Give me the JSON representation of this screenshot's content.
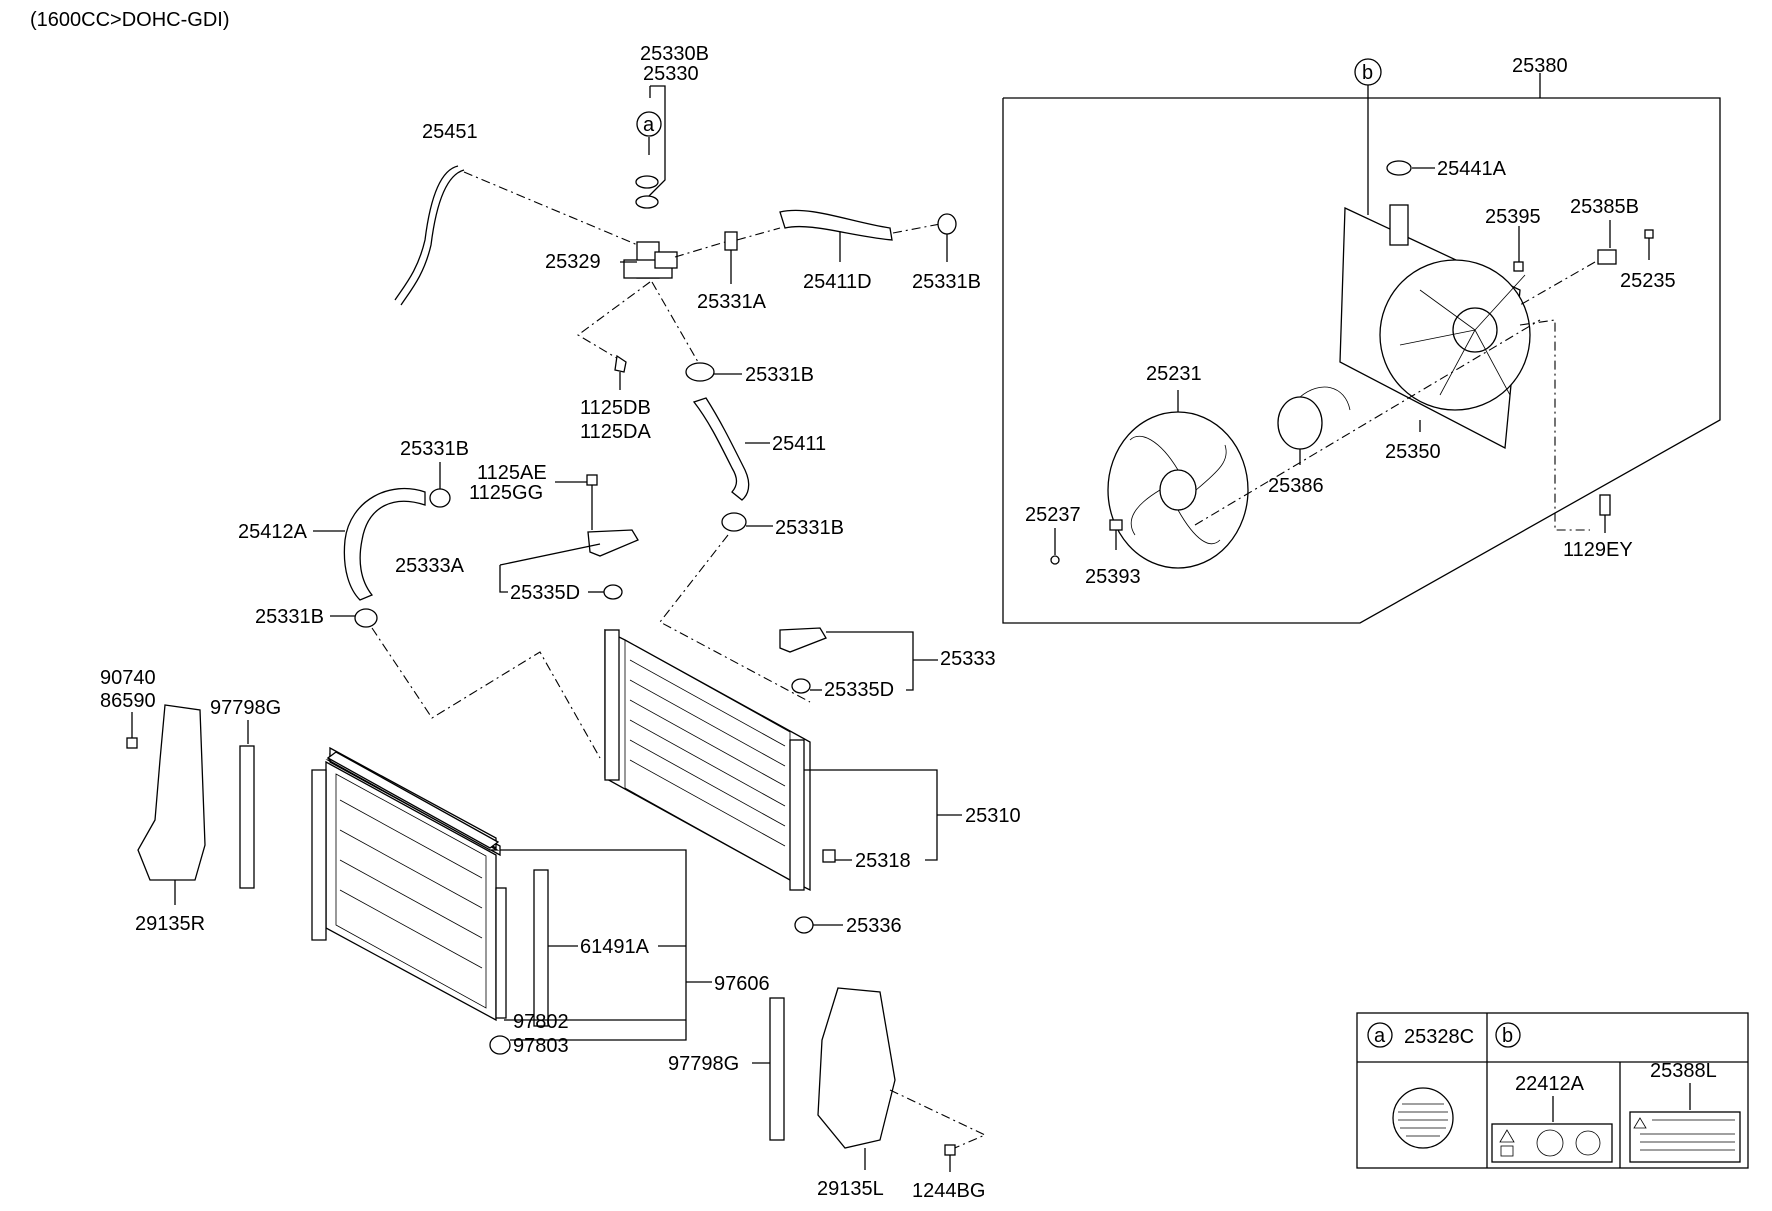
{
  "header": {
    "engine_label": "(1600CC>DOHC-GDI)"
  },
  "callouts": {
    "c25330B": "25330B",
    "c25330": "25330",
    "c25451": "25451",
    "c25329": "25329",
    "c25331A": "25331A",
    "c25411D": "25411D",
    "c25331B_top": "25331B",
    "c25331B_mid": "25331B",
    "c1125DB": "1125DB",
    "c1125DA": "1125DA",
    "c25411": "25411",
    "c25331B_left": "25331B",
    "c1125AE": "1125AE",
    "c1125GG": "1125GG",
    "c25412A": "25412A",
    "c25331B_lower": "25331B",
    "c25333A": "25333A",
    "c25335D_upper": "25335D",
    "c25331B_bottomleft": "25331B",
    "c25333": "25333",
    "c25335D_lower": "25335D",
    "c90740": "90740",
    "c86590": "86590",
    "c97798G_top": "97798G",
    "c25310": "25310",
    "c25318": "25318",
    "c29135R": "29135R",
    "c25336": "25336",
    "c61491A": "61491A",
    "c97606": "97606",
    "c97802": "97802",
    "c97803": "97803",
    "c97798G_bottom": "97798G",
    "c29135L": "29135L",
    "c1244BG": "1244BG",
    "c25380": "25380",
    "c25441A": "25441A",
    "c25395": "25395",
    "c25385B": "25385B",
    "c25235": "25235",
    "c25231": "25231",
    "c25350": "25350",
    "c25386": "25386",
    "c25237": "25237",
    "c25393": "25393",
    "c1129EY": "1129EY"
  },
  "markers": {
    "a": "a",
    "b": "b"
  },
  "legend_table": {
    "a_marker": "a",
    "a_part": "25328C",
    "b_marker": "b",
    "b_part1": "22412A",
    "b_part2": "25388L"
  }
}
